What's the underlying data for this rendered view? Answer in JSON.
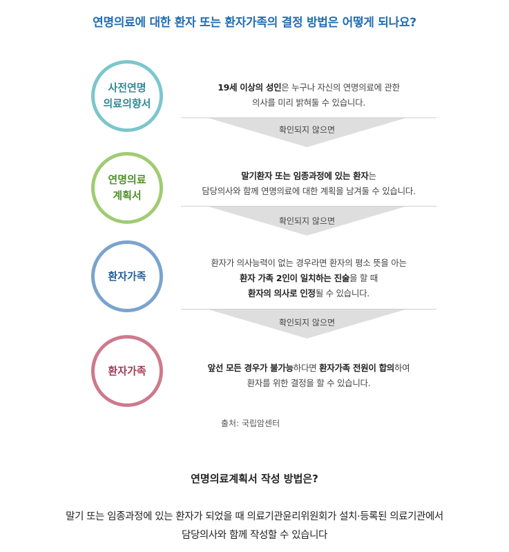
{
  "title": "연명의료에 대한 환자 또는 환자가족의 결정 방법은 어떻게 되나요?",
  "colors": {
    "title": "#1f6db5",
    "step1": "#7cc6cc",
    "step2": "#9fcc73",
    "step3": "#7aa4cd",
    "step4": "#cd7a8c",
    "arrow": "#dedede"
  },
  "steps": [
    {
      "circle": "사전연명\n의료의향서",
      "lines": [
        [
          {
            "t": "19세 이상의 성인",
            "b": true
          },
          {
            "t": "은 누구나 자신의 연명의료에 관한",
            "b": false
          }
        ],
        [
          {
            "t": "의사를 미리 밝혀둘 수 있습니다.",
            "b": false
          }
        ]
      ]
    },
    {
      "circle": "연명의료\n계획서",
      "lines": [
        [
          {
            "t": "말기환자 또는 임종과정에 있는 환자",
            "b": true
          },
          {
            "t": "는",
            "b": false
          }
        ],
        [
          {
            "t": "담당의사와 함께 연명의료에 대한 계획을 남겨둘 수 있습니다.",
            "b": false
          }
        ]
      ]
    },
    {
      "circle": "환자가족",
      "lines": [
        [
          {
            "t": "환자가 의사능력이 없는 경우라면 환자의 평소 뜻을 아는",
            "b": false
          }
        ],
        [
          {
            "t": "환자 가족 2인이 일치하는 진술",
            "b": true
          },
          {
            "t": "을 할 때",
            "b": false
          }
        ],
        [
          {
            "t": "환자의 의사로 인정",
            "b": true
          },
          {
            "t": "될 수 있습니다.",
            "b": false
          }
        ]
      ]
    },
    {
      "circle": "환자가족",
      "lines": [
        [
          {
            "t": "앞선 모든 경우가 불가능",
            "b": true
          },
          {
            "t": "하다면 ",
            "b": false
          },
          {
            "t": "환자가족 전원이 합의",
            "b": true
          },
          {
            "t": "하여",
            "b": false
          }
        ],
        [
          {
            "t": "환자를 위한 결정을 할 수 있습니다.",
            "b": false
          }
        ]
      ]
    }
  ],
  "arrow_label": "확인되지 않으면",
  "source": "출처: 국립암센터",
  "sub_heading": "연명의료계획서 작성 방법은?",
  "bottom_text": [
    "말기 또는 임종과정에 있는 환자가 되었을 때 의료기관윤리위원회가 설치·등록된 의료기관에서",
    "담당의사와 함께 작성할 수 있습니다"
  ]
}
